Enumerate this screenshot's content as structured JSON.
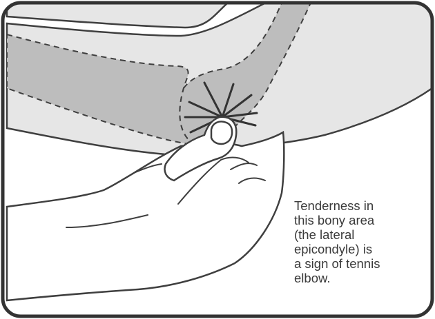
{
  "caption": {
    "lines": [
      "Tenderness in",
      "this bony area",
      "(the lateral",
      "epicondyle) is",
      "a sign of tennis",
      "elbow."
    ]
  },
  "colors": {
    "frame": "#333333",
    "arm_outer": "#e6e6e6",
    "arm_inner": "#bdbdbd",
    "outline": "#3f3f3f"
  }
}
